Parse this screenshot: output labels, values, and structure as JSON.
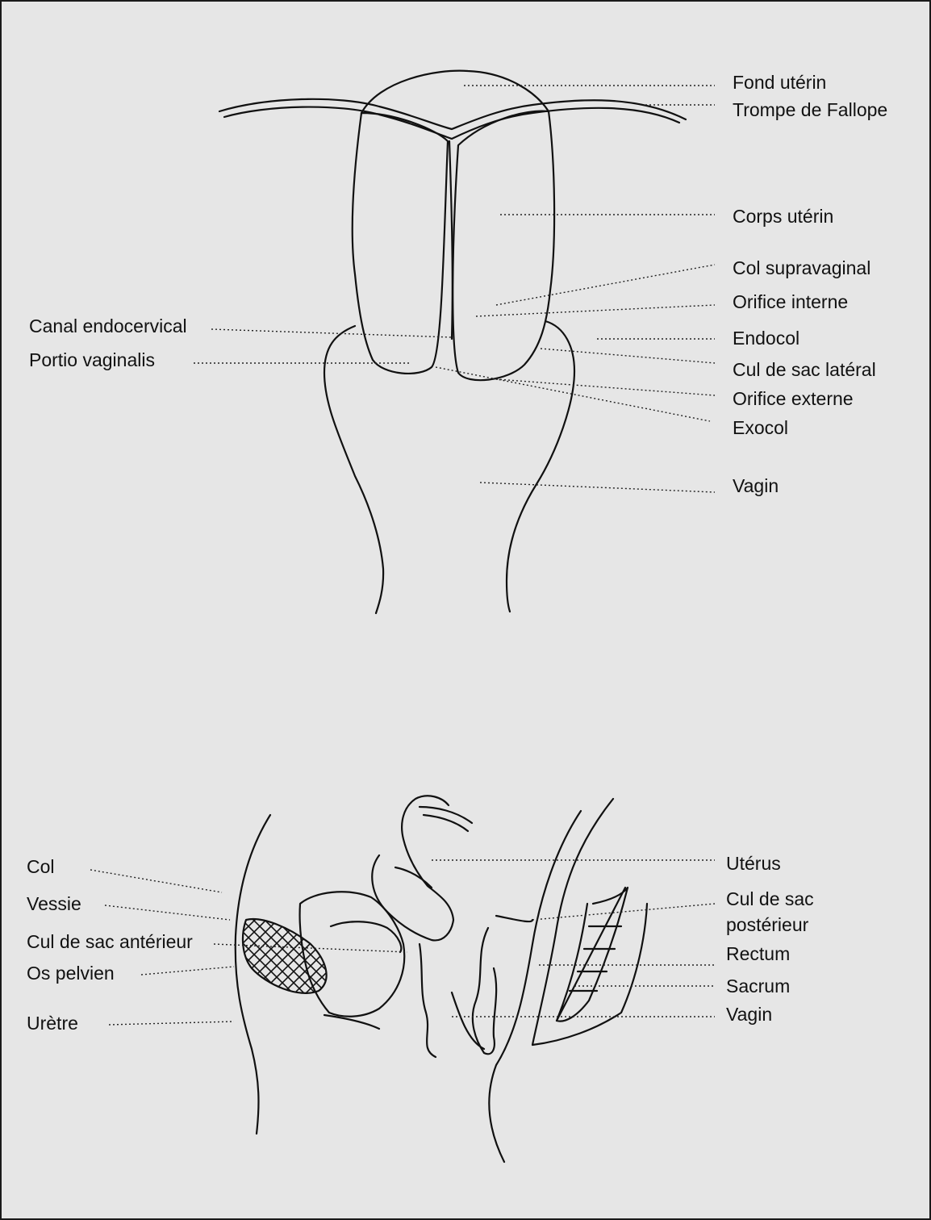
{
  "top_diagram": {
    "labels": {
      "fond_uterin": "Fond utérin",
      "trompe": "Trompe de Fallope",
      "corps_uterin": "Corps utérin",
      "col_supravaginal": "Col supravaginal",
      "orifice_interne": "Orifice interne",
      "endocol": "Endocol",
      "cul_de_sac_lateral": "Cul de sac latéral",
      "orifice_externe": "Orifice externe",
      "exocol": "Exocol",
      "vagin": "Vagin",
      "canal_endocervical": "Canal endocervical",
      "portio_vaginalis": "Portio vaginalis"
    }
  },
  "bottom_diagram": {
    "labels": {
      "col": "Col",
      "vessie": "Vessie",
      "cul_de_sac_anterieur": "Cul de sac antérieur",
      "os_pelvien": "Os pelvien",
      "uretre": "Urètre",
      "uterus": "Utérus",
      "cul_de_sac_posterieur_1": "Cul de sac",
      "cul_de_sac_posterieur_2": "postérieur",
      "rectum": "Rectum",
      "sacrum": "Sacrum",
      "vagin": "Vagin"
    }
  }
}
